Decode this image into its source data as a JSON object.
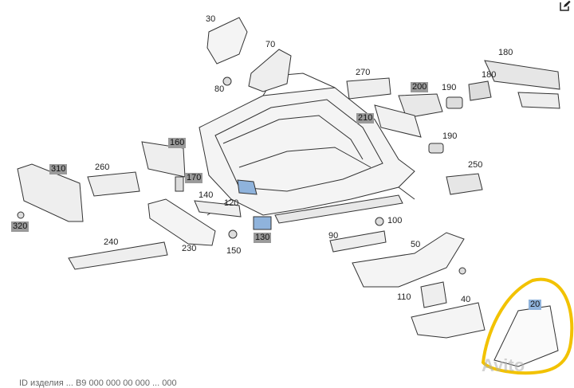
{
  "diagram": {
    "labels": {
      "p20": "20",
      "p30": "30",
      "p40": "40",
      "p50": "50",
      "p70": "70",
      "p80": "80",
      "p90": "90",
      "p100": "100",
      "p110": "110",
      "p120": "120",
      "p130": "130",
      "p140": "140",
      "p150": "150",
      "p160": "160",
      "p170": "170",
      "p180a": "180",
      "p180b": "180",
      "p190a": "190",
      "p190b": "190",
      "p200": "200",
      "p210": "210",
      "p230": "230",
      "p240": "240",
      "p250": "250",
      "p260": "260",
      "p270": "270",
      "p310": "310",
      "p320": "320"
    }
  },
  "footer": {
    "text": "ID изделия  ...  В‍9 000 000 00 000  ...  000"
  },
  "watermark": {
    "text": "Avito"
  },
  "colors": {
    "highlight": "#9a9a9a",
    "selected": "#8fb3dc",
    "circle": "#f2c200",
    "line": "#333333"
  },
  "icons": {
    "edit": "edit-pencil-icon"
  }
}
